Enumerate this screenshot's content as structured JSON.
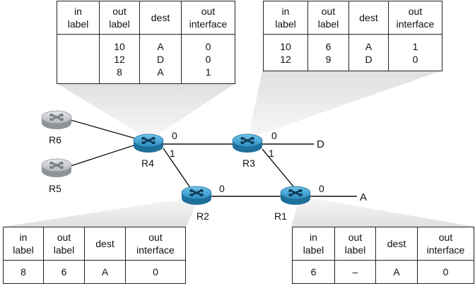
{
  "tables": {
    "r4": {
      "headers": {
        "in_label": "in\nlabel",
        "out_label": "out\nlabel",
        "dest": "dest",
        "out_interface": "out\ninterface"
      },
      "rows": [
        {
          "in": "",
          "out": "10",
          "dest": "A",
          "iface": "0"
        },
        {
          "in": "",
          "out": "12",
          "dest": "D",
          "iface": "0"
        },
        {
          "in": "",
          "out": "8",
          "dest": "A",
          "iface": "1"
        }
      ]
    },
    "r3": {
      "headers": {
        "in_label": "in\nlabel",
        "out_label": "out\nlabel",
        "dest": "dest",
        "out_interface": "out\ninterface"
      },
      "rows": [
        {
          "in": "10",
          "out": "6",
          "dest": "A",
          "iface": "1"
        },
        {
          "in": "12",
          "out": "9",
          "dest": "D",
          "iface": "0"
        }
      ]
    },
    "r2": {
      "headers": {
        "in_label": "in\nlabel",
        "out_label": "out\nlabel",
        "dest": "dest",
        "out_interface": "out\ninterface"
      },
      "rows": [
        {
          "in": "8",
          "out": "6",
          "dest": "A",
          "iface": "0"
        }
      ]
    },
    "r1": {
      "headers": {
        "in_label": "in\nlabel",
        "out_label": "out\nlabel",
        "dest": "dest",
        "out_interface": "out\ninterface"
      },
      "rows": [
        {
          "in": "6",
          "out": "–",
          "dest": "A",
          "iface": "0"
        }
      ]
    }
  },
  "routers": {
    "r1": "R1",
    "r2": "R2",
    "r3": "R3",
    "r4": "R4",
    "r5": "R5",
    "r6": "R6"
  },
  "interfaces": {
    "r4_right": "0",
    "r4_down": "1",
    "r3_right": "0",
    "r3_down": "1",
    "r2_right": "0",
    "r1_right": "0"
  },
  "destinations": {
    "d": "D",
    "a": "A"
  },
  "colors": {
    "router_blue": "#2f8fc2",
    "router_blue_dark": "#1e6f9a",
    "router_grey": "#b9bcbf",
    "router_grey_dark": "#8f9397",
    "callout": "#e6e6e6"
  }
}
